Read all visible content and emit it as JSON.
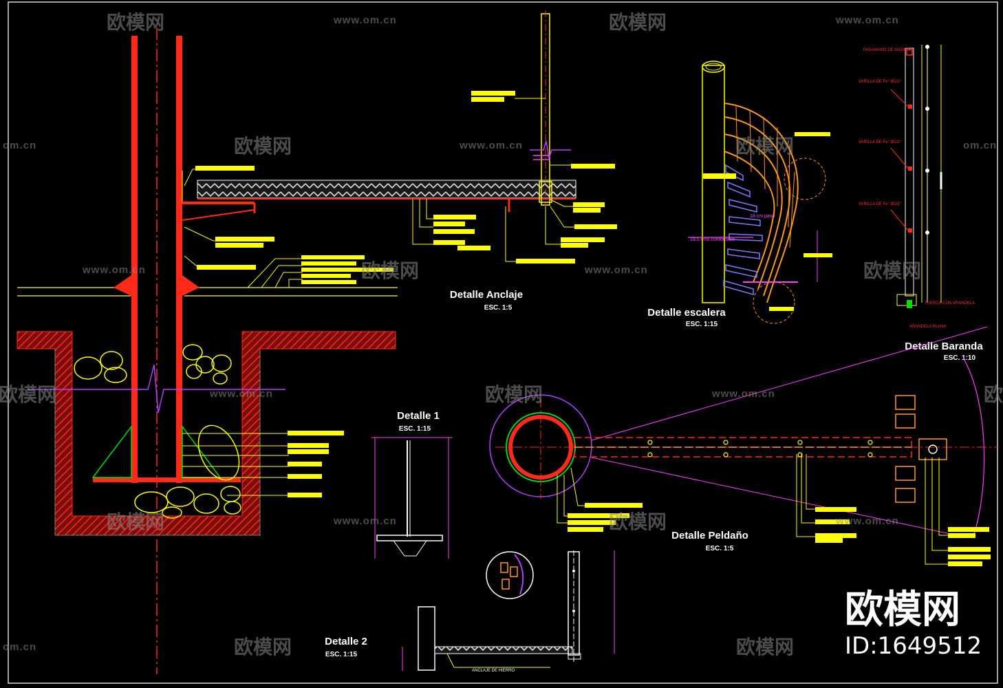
{
  "drawing": {
    "details": [
      {
        "id": "anclaje",
        "title": "Detalle Anclaje",
        "scale": "ESC. 1:5"
      },
      {
        "id": "escalera",
        "title": "Detalle escalera",
        "scale": "ESC. 1:15"
      },
      {
        "id": "baranda",
        "title": "Detalle Baranda",
        "scale": "ESC. 1:10"
      },
      {
        "id": "detalle1",
        "title": "Detalle 1",
        "scale": "ESC. 1:15"
      },
      {
        "id": "peldano",
        "title": "Detalle Peldaño",
        "scale": "ESC. 1:5"
      },
      {
        "id": "detalle2",
        "title": "Detalle 2",
        "scale": "ESC. 1:15"
      }
    ],
    "baranda_labels": {
      "pasamano": "PASAMANO DE MADERA",
      "varilla1": "VARILLA DE Fe° Ø1/2\"",
      "varilla2": "VARILLA DE Fe° Ø1/2\"",
      "varilla3": "VARILLA DE Fe° Ø1/2\"",
      "tuerca": "TUERCA CON ARANDELA",
      "arandela": "ARANDELA PLANA"
    },
    "escalera_labels": {
      "paso": "18 cm paso",
      "contrapaso": "19.5 cms contrapaso"
    },
    "detalle2_label": "ANCLAJE DE HIERRO"
  },
  "watermark": {
    "brand": "欧模网",
    "url": "www.om.cn",
    "url_cut": "om.cn",
    "corner_brand": "欧模网",
    "id": "ID:1649512"
  },
  "colors": {
    "background": "#000000",
    "column": "#ff2a1a",
    "annotation": "#ffff00",
    "stair": "#ff9a1a",
    "dimension": "#ff40ff",
    "green": "#00dd00",
    "white": "#ffffff"
  }
}
